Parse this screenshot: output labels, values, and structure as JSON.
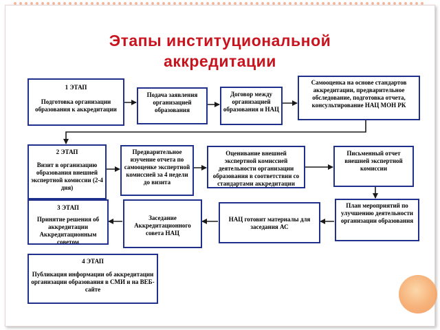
{
  "title": {
    "line1": "Этапы институциональной",
    "line2": "аккредитации"
  },
  "stage1": {
    "label": "1 ЭТАП",
    "text": "Подготовка организации образования к аккредитации"
  },
  "step_application": "Подача заявления организацией образования",
  "step_contract": "Договор между организацией образования и НАЦ",
  "step_self_assessment": "Самооценка на основе стандартов аккредитации, предварительное обследование, подготовка отчета, консультирование НАЦ МОН РК",
  "stage2": {
    "label": "2 ЭТАП",
    "text": "Визит в организацию образования внешней экспертной комиссии (2-4 дня)"
  },
  "step_preliminary_study": "Предварительное изучение отчета по самооценке экспертной комиссией за 4 недели до визита",
  "step_evaluation": "Оценивание внешней экспертной комиссией деятельности организации образования в соответствии со стандартами аккредитации",
  "step_written_report": "Письменный отчет внешней экспертной комиссии",
  "stage3": {
    "label": "3 ЭТАП",
    "text": "Принятие решения об аккредитации Аккредитационным советом"
  },
  "step_council_meeting": "Заседание Аккредитационного совета НАЦ",
  "step_nac_prepares": "НАЦ готовит материалы для заседания АС",
  "step_improvement_plan": "План мероприятий по улучшению деятельности организации образования",
  "stage4": {
    "label": "4 ЭТАП",
    "text": "Публикация информации об аккредитации организации образования в СМИ и на ВЕБ-сайте"
  },
  "colors": {
    "title": "#c8141e",
    "box_border": "#1f2f8c",
    "arrow": "#1a1a1a",
    "accent_circle": "#f5a86a"
  }
}
